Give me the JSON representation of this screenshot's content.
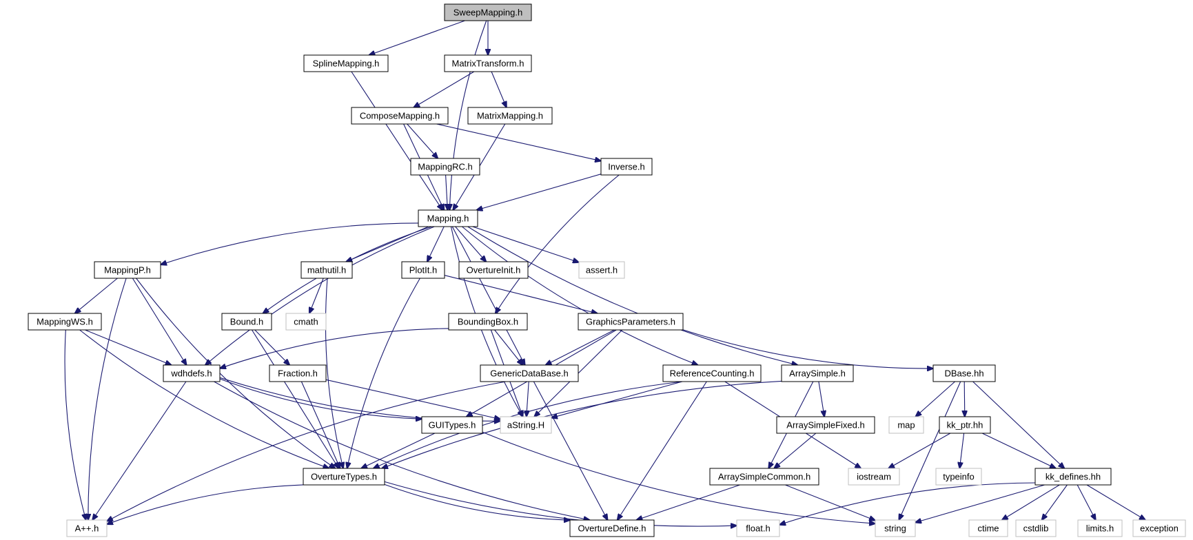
{
  "diagram": {
    "nodes": [
      {
        "id": "sweep",
        "label": "SweepMapping.h",
        "kind": "root"
      },
      {
        "id": "spline",
        "label": "SplineMapping.h",
        "kind": "local"
      },
      {
        "id": "matrixtransform",
        "label": "MatrixTransform.h",
        "kind": "local"
      },
      {
        "id": "compose",
        "label": "ComposeMapping.h",
        "kind": "local"
      },
      {
        "id": "matrixmapping",
        "label": "MatrixMapping.h",
        "kind": "local"
      },
      {
        "id": "mappingrc",
        "label": "MappingRC.h",
        "kind": "local"
      },
      {
        "id": "inverse",
        "label": "Inverse.h",
        "kind": "local"
      },
      {
        "id": "mapping",
        "label": "Mapping.h",
        "kind": "local"
      },
      {
        "id": "mappingp",
        "label": "MappingP.h",
        "kind": "local"
      },
      {
        "id": "mathutil",
        "label": "mathutil.h",
        "kind": "local"
      },
      {
        "id": "plotit",
        "label": "PlotIt.h",
        "kind": "local"
      },
      {
        "id": "overtureinit",
        "label": "OvertureInit.h",
        "kind": "local"
      },
      {
        "id": "assert",
        "label": "assert.h",
        "kind": "system"
      },
      {
        "id": "mappingws",
        "label": "MappingWS.h",
        "kind": "local"
      },
      {
        "id": "bound",
        "label": "Bound.h",
        "kind": "local"
      },
      {
        "id": "cmath",
        "label": "cmath",
        "kind": "system"
      },
      {
        "id": "boundingbox",
        "label": "BoundingBox.h",
        "kind": "local"
      },
      {
        "id": "graphicsparameters",
        "label": "GraphicsParameters.h",
        "kind": "local"
      },
      {
        "id": "wdhdefs",
        "label": "wdhdefs.h",
        "kind": "local"
      },
      {
        "id": "fraction",
        "label": "Fraction.h",
        "kind": "local"
      },
      {
        "id": "genericdatabase",
        "label": "GenericDataBase.h",
        "kind": "local"
      },
      {
        "id": "referencecounting",
        "label": "ReferenceCounting.h",
        "kind": "local"
      },
      {
        "id": "arraysimple",
        "label": "ArraySimple.h",
        "kind": "local"
      },
      {
        "id": "dbase",
        "label": "DBase.hh",
        "kind": "local"
      },
      {
        "id": "guitypes",
        "label": "GUITypes.h",
        "kind": "local"
      },
      {
        "id": "astring",
        "label": "aString.H",
        "kind": "system"
      },
      {
        "id": "arraysimplefixed",
        "label": "ArraySimpleFixed.h",
        "kind": "local"
      },
      {
        "id": "map",
        "label": "map",
        "kind": "system"
      },
      {
        "id": "kkptr",
        "label": "kk_ptr.hh",
        "kind": "local"
      },
      {
        "id": "overturetypes",
        "label": "OvertureTypes.h",
        "kind": "local"
      },
      {
        "id": "arraysimplecommon",
        "label": "ArraySimpleCommon.h",
        "kind": "local"
      },
      {
        "id": "iostream",
        "label": "iostream",
        "kind": "system"
      },
      {
        "id": "typeinfo",
        "label": "typeinfo",
        "kind": "system"
      },
      {
        "id": "kkdefines",
        "label": "kk_defines.hh",
        "kind": "local"
      },
      {
        "id": "app",
        "label": "A++.h",
        "kind": "system"
      },
      {
        "id": "overturedefine",
        "label": "OvertureDefine.h",
        "kind": "local"
      },
      {
        "id": "float",
        "label": "float.h",
        "kind": "system"
      },
      {
        "id": "string",
        "label": "string",
        "kind": "system"
      },
      {
        "id": "ctime",
        "label": "ctime",
        "kind": "system"
      },
      {
        "id": "cstdlib",
        "label": "cstdlib",
        "kind": "system"
      },
      {
        "id": "limits",
        "label": "limits.h",
        "kind": "system"
      },
      {
        "id": "exception",
        "label": "exception",
        "kind": "system"
      }
    ],
    "edges": [
      [
        "sweep",
        "spline"
      ],
      [
        "sweep",
        "matrixtransform"
      ],
      [
        "sweep",
        "mapping"
      ],
      [
        "spline",
        "mapping"
      ],
      [
        "matrixtransform",
        "compose"
      ],
      [
        "matrixtransform",
        "matrixmapping"
      ],
      [
        "compose",
        "mappingrc"
      ],
      [
        "compose",
        "inverse"
      ],
      [
        "compose",
        "mapping"
      ],
      [
        "matrixmapping",
        "mapping"
      ],
      [
        "mappingrc",
        "mapping"
      ],
      [
        "inverse",
        "mapping"
      ],
      [
        "inverse",
        "boundingbox"
      ],
      [
        "mapping",
        "mappingp"
      ],
      [
        "mapping",
        "mathutil"
      ],
      [
        "mapping",
        "plotit"
      ],
      [
        "mapping",
        "overtureinit"
      ],
      [
        "mapping",
        "assert"
      ],
      [
        "mapping",
        "bound"
      ],
      [
        "mapping",
        "wdhdefs"
      ],
      [
        "mapping",
        "genericdatabase"
      ],
      [
        "mapping",
        "astring"
      ],
      [
        "mapping",
        "referencecounting"
      ],
      [
        "mapping",
        "arraysimple"
      ],
      [
        "mappingp",
        "mappingws"
      ],
      [
        "mappingp",
        "wdhdefs"
      ],
      [
        "mappingp",
        "overturetypes"
      ],
      [
        "mappingp",
        "app"
      ],
      [
        "mathutil",
        "cmath"
      ],
      [
        "mathutil",
        "overturetypes"
      ],
      [
        "plotit",
        "graphicsparameters"
      ],
      [
        "plotit",
        "overturetypes"
      ],
      [
        "mappingws",
        "wdhdefs"
      ],
      [
        "mappingws",
        "overturetypes"
      ],
      [
        "mappingws",
        "app"
      ],
      [
        "bound",
        "fraction"
      ],
      [
        "bound",
        "overturetypes"
      ],
      [
        "boundingbox",
        "wdhdefs"
      ],
      [
        "boundingbox",
        "genericdatabase"
      ],
      [
        "boundingbox",
        "astring"
      ],
      [
        "graphicsparameters",
        "genericdatabase"
      ],
      [
        "graphicsparameters",
        "guitypes"
      ],
      [
        "graphicsparameters",
        "astring"
      ],
      [
        "graphicsparameters",
        "dbase"
      ],
      [
        "wdhdefs",
        "guitypes"
      ],
      [
        "wdhdefs",
        "astring"
      ],
      [
        "wdhdefs",
        "app"
      ],
      [
        "wdhdefs",
        "overturedefine"
      ],
      [
        "fraction",
        "astring"
      ],
      [
        "fraction",
        "overturetypes"
      ],
      [
        "genericdatabase",
        "astring"
      ],
      [
        "genericdatabase",
        "app"
      ],
      [
        "genericdatabase",
        "overturedefine"
      ],
      [
        "referencecounting",
        "astring"
      ],
      [
        "referencecounting",
        "overturetypes"
      ],
      [
        "referencecounting",
        "overturedefine"
      ],
      [
        "referencecounting",
        "iostream"
      ],
      [
        "arraysimple",
        "arraysimplefixed"
      ],
      [
        "arraysimple",
        "arraysimplecommon"
      ],
      [
        "arraysimple",
        "overturetypes"
      ],
      [
        "dbase",
        "map"
      ],
      [
        "dbase",
        "kkptr"
      ],
      [
        "dbase",
        "kkdefines"
      ],
      [
        "dbase",
        "string"
      ],
      [
        "guitypes",
        "overturetypes"
      ],
      [
        "guitypes",
        "string"
      ],
      [
        "arraysimplefixed",
        "arraysimplecommon"
      ],
      [
        "kkptr",
        "iostream"
      ],
      [
        "kkptr",
        "typeinfo"
      ],
      [
        "kkptr",
        "kkdefines"
      ],
      [
        "overturetypes",
        "app"
      ],
      [
        "overturetypes",
        "overturedefine"
      ],
      [
        "overturetypes",
        "float"
      ],
      [
        "arraysimplecommon",
        "overturedefine"
      ],
      [
        "arraysimplecommon",
        "string"
      ],
      [
        "kkdefines",
        "float"
      ],
      [
        "kkdefines",
        "string"
      ],
      [
        "kkdefines",
        "ctime"
      ],
      [
        "kkdefines",
        "cstdlib"
      ],
      [
        "kkdefines",
        "limits"
      ],
      [
        "kkdefines",
        "exception"
      ]
    ],
    "colors": {
      "edge": "#191970",
      "root_fill": "#bfbfbf",
      "local_border": "#000000",
      "system_border": "#bfbfbf"
    }
  }
}
